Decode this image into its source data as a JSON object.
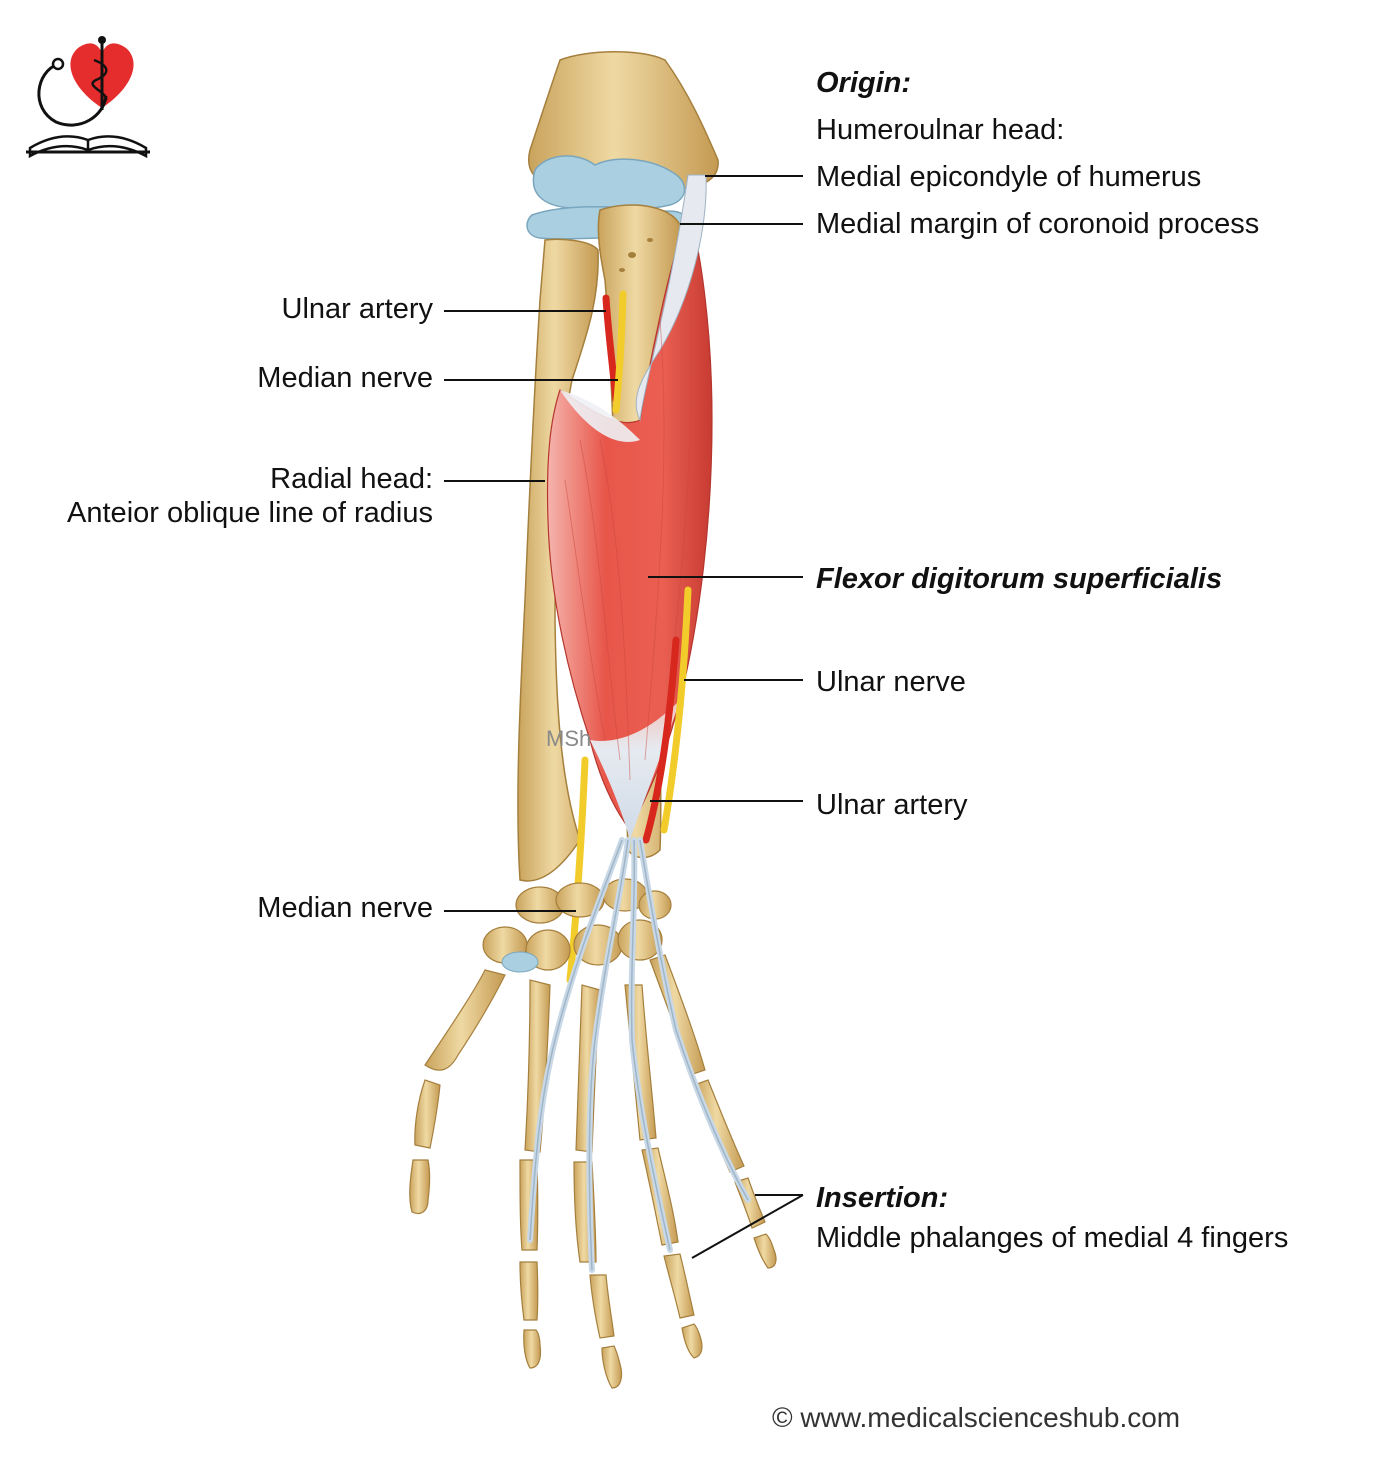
{
  "labels": {
    "origin_title": "Origin:",
    "humeroulnar_head": "Humeroulnar head:",
    "medial_epicondyle": "Medial epicondyle of humerus",
    "coronoid": "Medial margin of coronoid process",
    "ulnar_artery_top": "Ulnar artery",
    "median_nerve_top": "Median nerve",
    "radial_head_1": "Radial head:",
    "radial_head_2": "Anteior oblique line of radius",
    "muscle_name": "Flexor digitorum superficialis",
    "ulnar_nerve": "Ulnar nerve",
    "ulnar_artery_bottom": "Ulnar artery",
    "median_nerve_bottom": "Median nerve",
    "insertion_title": "Insertion:",
    "insertion_desc": "Middle phalanges of medial 4 fingers"
  },
  "watermark": "MSh",
  "copyright": "© www.medicalscienceshub.com",
  "colors": {
    "bone": "#e8c98a",
    "bone_shade": "#c9a35c",
    "cartilage": "#a9cfe0",
    "muscle": "#e8564a",
    "tendon": "#dde6ef",
    "artery": "#d8281e",
    "nerve": "#f2cc2a",
    "leader": "#111111",
    "logo_heart": "#e52d2d"
  }
}
